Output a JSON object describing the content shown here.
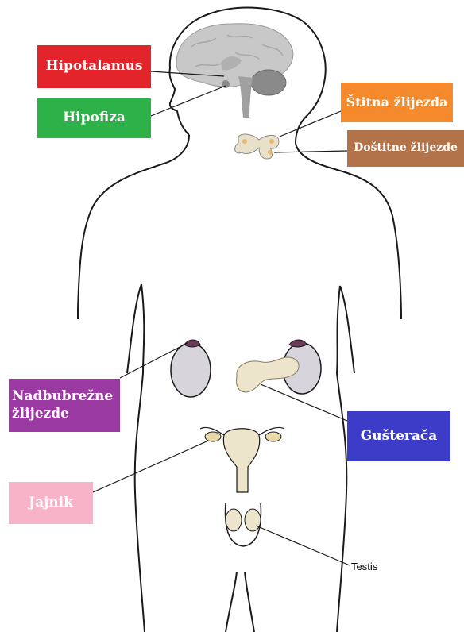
{
  "labels": {
    "hipotalamus": "Hipotalamus",
    "hipofiza": "Hipofiza",
    "stitna": "Štitna žlijezda",
    "dostitne": "Doštitne žlijezde",
    "nadbubrezne_line1": "Nadbubrežne",
    "nadbubrezne_line2": "žlijezde",
    "gusteraca": "Gušterača",
    "jajnik": "Jajnik",
    "testis": "Testis"
  },
  "colors": {
    "hipotalamus": "#e3242b",
    "hipofiza": "#2db24a",
    "stitna": "#f58a2c",
    "dostitne": "#b3734a",
    "nadbubrezne": "#9c3aa3",
    "gusteraca": "#3c3cc8",
    "jajnik": "#f7b3c8",
    "outline": "#1a1a1a",
    "brain": "#c8c8c8",
    "gland": "#e8e0c8"
  }
}
